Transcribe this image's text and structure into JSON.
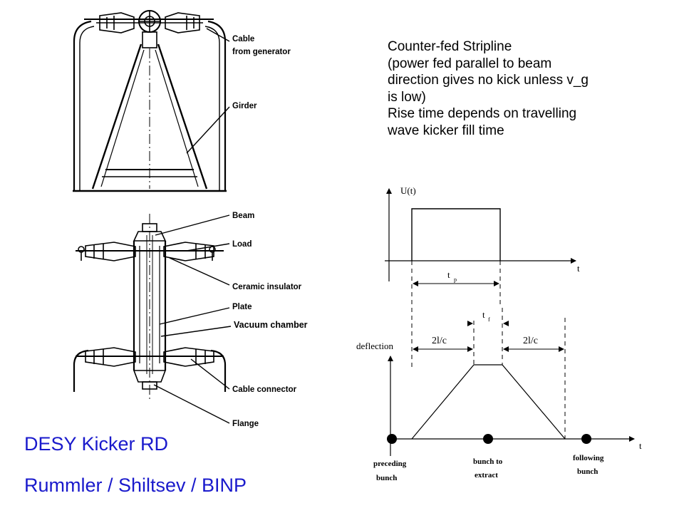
{
  "description": {
    "lines": [
      "Counter-fed Stripline",
      "(power fed parallel to beam",
      "direction gives no kick unless v_g",
      "is low)",
      "Rise time depends on travelling",
      "wave kicker fill time"
    ]
  },
  "credits": {
    "line1": "DESY Kicker RD",
    "line2": "Rummler / Shiltsev / BINP"
  },
  "top_drawing": {
    "labels": {
      "cable": "Cable",
      "from_generator": "from generator",
      "girder": "Girder"
    }
  },
  "bottom_drawing": {
    "labels": {
      "beam": "Beam",
      "load": "Load",
      "ceramic": "Ceramic insulator",
      "plate": "Plate",
      "vacuum": "Vacuum chamber",
      "cable_connector": "Cable connector",
      "flange": "Flange"
    }
  },
  "timing_diagram": {
    "upper": {
      "ylabel": "U(t)",
      "xlabel": "t",
      "pulse_label": "t",
      "pulse_sub": "p"
    },
    "lower": {
      "ylabel": "deflection",
      "xlabel": "t",
      "fill_left": "2l/c",
      "fill_right": "2l/c",
      "flat_label": "t",
      "flat_sub": "f"
    },
    "bunches": {
      "preceding_1": "preceding",
      "preceding_2": "bunch",
      "extract_1": "bunch to",
      "extract_2": "extract",
      "following_1": "following",
      "following_2": "bunch"
    }
  }
}
